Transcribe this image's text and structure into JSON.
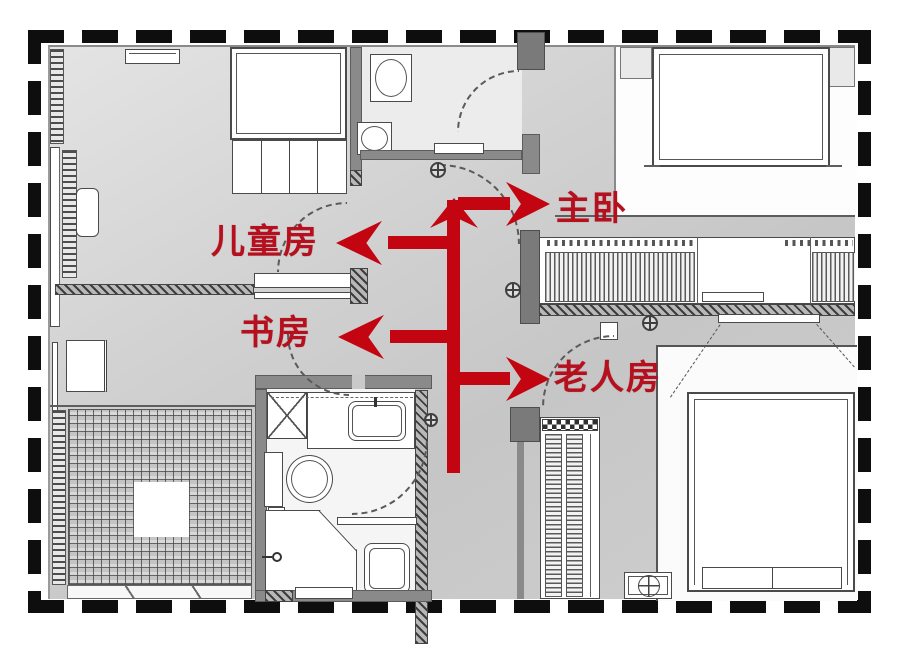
{
  "floor_plan": {
    "labels": {
      "master_bedroom": "主卧",
      "children_room": "儿童房",
      "study": "书房",
      "elderly_room": "老人房"
    },
    "colors": {
      "arrow_red": "#c20511",
      "label_red": "#b60f1d",
      "dashed_border_black": "#0e0e0e",
      "wall_gray": "#8a8a8a",
      "floor_gray": "#cccccc"
    },
    "fixtures": [
      "bed",
      "wardrobe-hangers",
      "sink",
      "toilet",
      "shower",
      "washing-machine",
      "tv",
      "floor-drain",
      "desk",
      "chair",
      "tiled-balcony",
      "sliding-door",
      "door-swing-arc"
    ]
  }
}
